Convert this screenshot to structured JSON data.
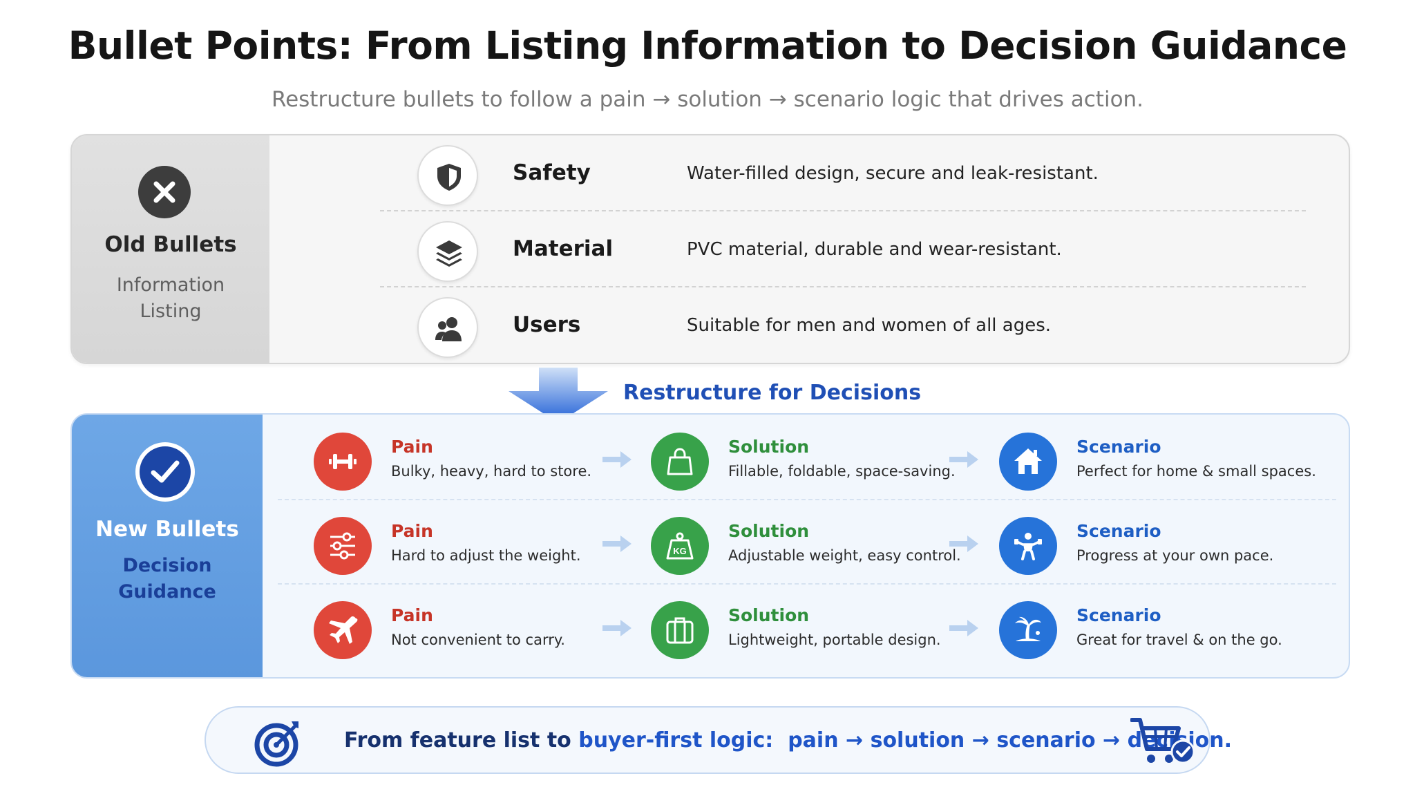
{
  "title": "Bullet Points: From Listing Information to Decision Guidance",
  "subtitle": "Restructure bullets to follow a pain → solution → scenario logic that drives action.",
  "old": {
    "title": "Old Bullets",
    "subtitle": "Information Listing",
    "rows": [
      {
        "icon": "shield-icon",
        "label": "Safety",
        "desc": "Water-filled design, secure and leak-resistant."
      },
      {
        "icon": "layers-icon",
        "label": "Material",
        "desc": "PVC material, durable and wear-resistant."
      },
      {
        "icon": "users-icon",
        "label": "Users",
        "desc": "Suitable for men and women of all ages."
      }
    ]
  },
  "restructure_label": "Restructure for Decisions",
  "new": {
    "title": "New Bullets",
    "subtitle": "Decision Guidance",
    "rows": [
      {
        "pain": {
          "icon": "dumbbell-icon",
          "title": "Pain",
          "text": "Bulky, heavy, hard to store."
        },
        "solution": {
          "icon": "shopping-bag-icon",
          "title": "Solution",
          "text": "Fillable, foldable, space-saving."
        },
        "scenario": {
          "icon": "house-icon",
          "title": "Scenario",
          "text": "Perfect for home & small spaces."
        }
      },
      {
        "pain": {
          "icon": "sliders-icon",
          "title": "Pain",
          "text": "Hard to adjust the weight."
        },
        "solution": {
          "icon": "kg-weight-icon",
          "title": "Solution",
          "text": "Adjustable weight, easy control."
        },
        "scenario": {
          "icon": "person-exercise-icon",
          "title": "Scenario",
          "text": "Progress at your own pace."
        }
      },
      {
        "pain": {
          "icon": "airplane-icon",
          "title": "Pain",
          "text": "Not convenient to carry."
        },
        "solution": {
          "icon": "suitcase-icon",
          "title": "Solution",
          "text": "Lightweight, portable design."
        },
        "scenario": {
          "icon": "palm-island-icon",
          "title": "Scenario",
          "text": "Great for travel & on the go."
        }
      }
    ]
  },
  "footer": {
    "prefix": "From feature list to ",
    "highlight": "buyer-first logic:",
    "flow": "pain → solution → scenario → decision."
  },
  "colors": {
    "pain": "#e0473a",
    "solution": "#38a24a",
    "scenario": "#2673d9",
    "accent": "#1f55c8"
  }
}
